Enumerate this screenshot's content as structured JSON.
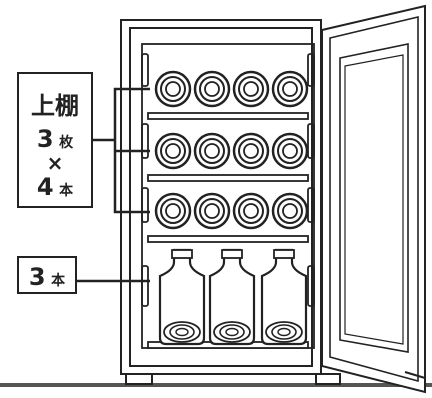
{
  "labels": {
    "upper": {
      "title": "上棚",
      "count_a": "3",
      "unit_a": "枚",
      "times": "×",
      "count_b": "4",
      "unit_b": "本"
    },
    "lower": {
      "count": "3",
      "unit": "本"
    }
  },
  "diagram": {
    "upper_shelves": 3,
    "bottles_per_shelf": 4,
    "bottom_bottles": 3
  },
  "colors": {
    "stroke": "#222222",
    "fill": "#ffffff"
  }
}
